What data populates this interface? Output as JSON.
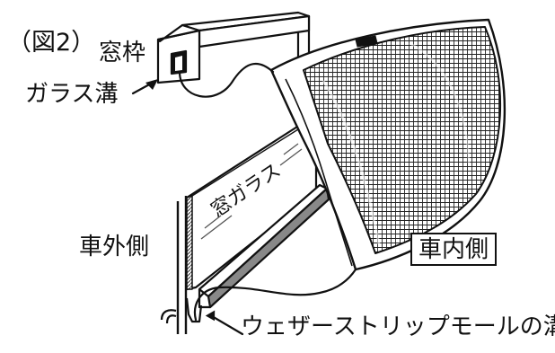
{
  "figure": {
    "label": "（図2）",
    "labels": {
      "window_frame": "窓枠",
      "glass_groove": "ガラス溝",
      "window_glass": "窓ガラス",
      "vehicle_outside": "車外側",
      "vehicle_inside": "車内側",
      "weather_strip_groove": "ウェザーストリップモールの溝"
    }
  },
  "colors": {
    "line": "#111111",
    "panel_fill": "#ffffff",
    "mesh_line": "#222222",
    "glass_edge": "#777777"
  },
  "icons": {
    "pointer": "arrow-head"
  }
}
